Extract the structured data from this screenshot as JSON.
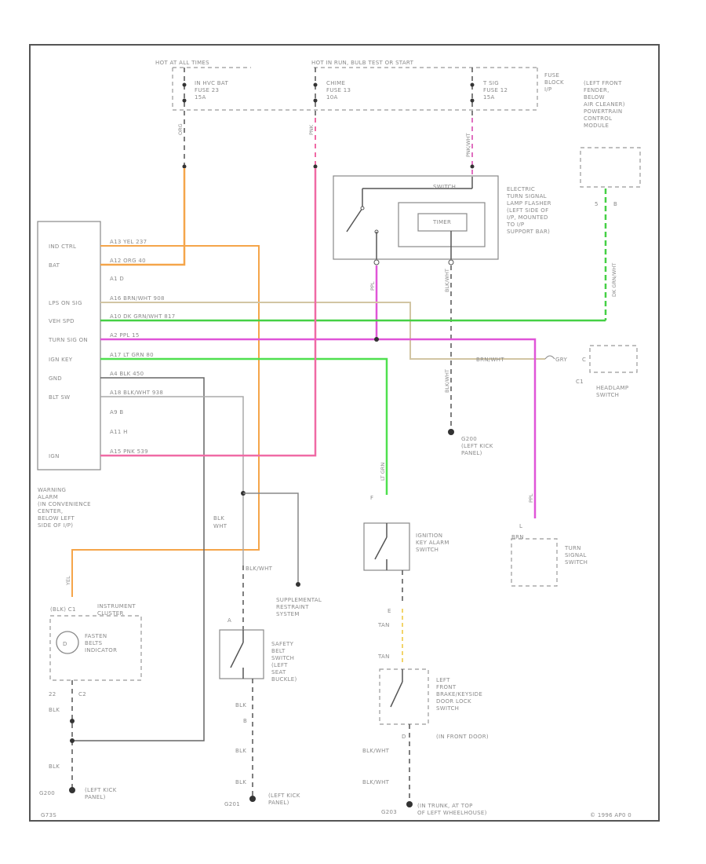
{
  "header": {
    "hot_at_all_times": "HOT AT ALL TIMES",
    "hot_in_run": "HOT IN RUN, BULB TEST OR START",
    "fuse_block": [
      "FUSE",
      "BLOCK",
      "I/P"
    ]
  },
  "fuses": [
    {
      "line1": "IN HVC BAT",
      "line2": "FUSE 23",
      "line3": "15A",
      "wire": "ORG"
    },
    {
      "line1": "CHIME",
      "line2": "FUSE 13",
      "line3": "10A",
      "wire": "PNK"
    },
    {
      "line1": "T SIG",
      "line2": "FUSE 12",
      "line3": "15A",
      "wire": "PNK/WHT"
    }
  ],
  "pcm": {
    "label": [
      "(LEFT FRONT",
      "FENDER,",
      "BELOW",
      "AIR CLEANER)",
      "POWERTRAIN",
      "CONTROL",
      "MODULE"
    ],
    "pin": "5",
    "wire": "DK GRN/WHT"
  },
  "flasher": {
    "label": [
      "ELECTRIC",
      "TURN SIGNAL",
      "LAMP FLASHER",
      "(LEFT SIDE OF",
      "I/P, MOUNTED",
      "TO I/P",
      "SUPPORT BAR)"
    ],
    "switch_label": "SWITCH",
    "timer_label": "TIMER",
    "out_wire": "PPL",
    "gnd_wire": "BLK/WHT"
  },
  "module": {
    "pins": [
      "IND CTRL",
      "BAT",
      "",
      "LPS ON SIG",
      "VEH SPD",
      "TURN SIG ON",
      "IGN KEY",
      "GND",
      "BLT SW",
      "",
      "",
      "IGN"
    ],
    "wires": [
      "A13 YEL 237",
      "A12 ORG 40",
      "A1 D",
      "A16 BRN/WHT 908",
      "A10 DK GRN/WHT 817",
      "A2 PPL 15",
      "A17 LT GRN 80",
      "A4 BLK 450",
      "A18 BLK/WHT 938",
      "A9 B",
      "A11 H",
      "A15 PNK 539"
    ],
    "label": [
      "WARNING",
      "ALARM",
      "(IN CONVENIENCE",
      "CENTER,",
      "BELOW LEFT",
      "SIDE OF I/P)"
    ]
  },
  "grounds": {
    "g200": "G200",
    "g201": "G201",
    "g203": "G203",
    "left_kick": "(LEFT KICK PANEL)",
    "lk_line1": "(LEFT KICK",
    "lk_line2": "PANEL)",
    "g203_line1": "(IN TRUNK, AT TOP",
    "g203_line2": "OF LEFT WHEELHOUSE)"
  },
  "headlamp": {
    "label": [
      "HEADLAMP",
      "SWITCH"
    ],
    "wire": "GRY",
    "conn": "C1",
    "pin": "C"
  },
  "turn_switch": {
    "label": [
      "TURN",
      "SIGNAL",
      "SWITCH"
    ],
    "wire": "PPL",
    "pin": "L",
    "conn": "BRN"
  },
  "ignition": {
    "label": [
      "IGNITION",
      "KEY ALARM",
      "SWITCH"
    ],
    "pin_in": "F",
    "wire_in": "LT GRN",
    "pin_out": "E",
    "wire_out": "TAN"
  },
  "srs": {
    "label": [
      "SUPPLEMENTAL",
      "RESTRAINT",
      "SYSTEM"
    ],
    "wire": "BLK/WHT"
  },
  "belt_switch": {
    "label": [
      "SAFETY",
      "BELT",
      "SWITCH",
      "(LEFT",
      "SEAT",
      "BUCKLE)"
    ],
    "pin_a": "A",
    "pin_b": "B",
    "wire_a": "BLK/WHT",
    "wire_top": "BLK WHT",
    "wire_b": "BLK"
  },
  "door_switch": {
    "label": [
      "LEFT",
      "FRONT",
      "BRAKE/KEYSIDE",
      "DOOR LOCK",
      "SWITCH",
      "(IN FRONT DOOR)"
    ],
    "wire_top": "TAN",
    "pin_b": "D",
    "wire_b": "BLK/WHT"
  },
  "cluster": {
    "label": [
      "INSTRUMENT",
      "CLUSTER"
    ],
    "indicator": [
      "FASTEN",
      "BELTS",
      "INDICATOR"
    ],
    "wire": "YEL",
    "pin": "22",
    "conn": "C2",
    "gnd_wire": "BLK"
  },
  "footer": {
    "code": "G73S",
    "copyright": "© 1996 AP0 0"
  }
}
